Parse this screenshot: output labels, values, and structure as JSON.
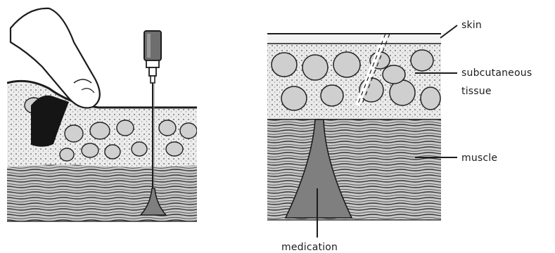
{
  "labels": {
    "skin": "skin",
    "subcutaneous_line1": "subcutaneous",
    "subcutaneous_line2": "tissue",
    "muscle": "muscle",
    "medication": "medication"
  },
  "colors": {
    "ink": "#1c1c1c",
    "medication": "#7f7f7f",
    "syringe": "#6e6e6e",
    "skin_layer": "#f3f3f3",
    "fat_tissue": "#e9e9e9",
    "muscle_tissue": "#c9c9c9",
    "background": "#ffffff"
  },
  "icons": {
    "left_panel": "hand-pinching-skin-with-syringe-injection-icon",
    "right_panel": "tissue-cross-section-icon"
  }
}
